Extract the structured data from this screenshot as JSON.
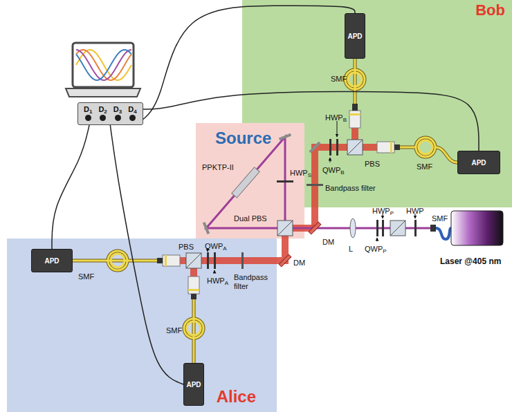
{
  "diagram": {
    "nodes": [
      {
        "text": [
          "Bob"
        ]
      },
      {
        "text": [
          "APD"
        ],
        "in": 0
      },
      {
        "text": [
          "APD"
        ],
        "in": 0
      },
      {
        "text": [
          "Source"
        ]
      },
      {
        "text": [
          "Alice"
        ]
      },
      {
        "text": [
          "APD"
        ],
        "in": 4
      },
      {
        "text": [
          "APD"
        ],
        "in": 4
      },
      {
        "text": [
          "D1",
          "D2",
          "D3",
          "D4"
        ]
      }
    ],
    "edges": [
      {
        "from": 5,
        "to": 7,
        "arrow": "none"
      },
      {
        "from": 6,
        "to": 7,
        "arrow": "none"
      },
      {
        "from": 2,
        "to": 7,
        "arrow": "none"
      },
      {
        "from": 1,
        "to": 7,
        "arrow": "none"
      }
    ],
    "labels": [
      "SMF",
      "HWPB",
      "QWPB",
      "PBS",
      "Bandpass filter",
      "SMF",
      "PPKTP-II",
      "HWPS",
      "Dual PBS",
      "DM",
      "DM",
      "L",
      "HWPP",
      "QWPP",
      "HWP",
      "SMF",
      "Laser @405 nm",
      "PBS",
      "QWPA",
      "HWPA",
      "Bandpass filter",
      "SMF",
      "SMF"
    ]
  }
}
